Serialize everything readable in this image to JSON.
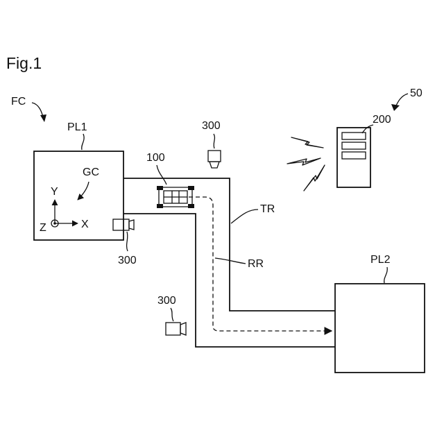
{
  "figure": {
    "title": "Fig.1"
  },
  "labels": {
    "facility": "FC",
    "plant1": "PL1",
    "plant2": "PL2",
    "global_coords": "GC",
    "track": "TR",
    "route": "RR",
    "vehicle": "100",
    "server": "200",
    "system": "50",
    "camera_top": "300",
    "camera_left": "300",
    "camera_bottom": "300"
  },
  "axes": {
    "x": "X",
    "y": "Y",
    "z": "Z"
  },
  "icons": {
    "camera": "camera-icon",
    "server": "server-icon",
    "vehicle": "vehicle-icon",
    "wireless": "lightning-bolt-icon"
  }
}
